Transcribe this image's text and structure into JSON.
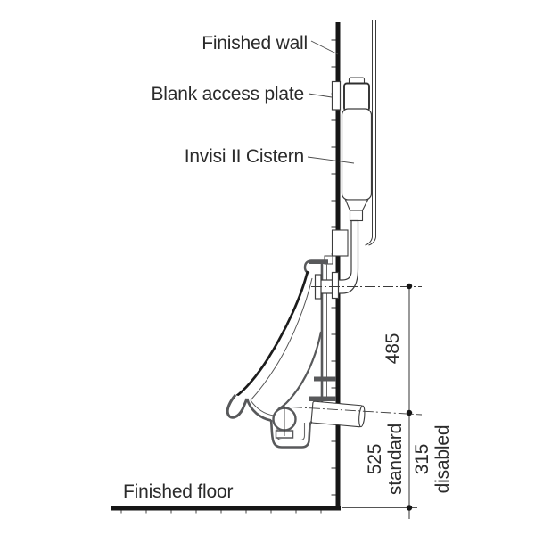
{
  "diagram": {
    "type": "technical-installation-side-elevation",
    "subject": "Wall-hung urinal with concealed cistern installation drawing",
    "labels": {
      "finished_wall": "Finished wall",
      "blank_access_plate": "Blank access plate",
      "cistern": "Invisi II Cistern",
      "finished_floor": "Finished floor"
    },
    "dimensions": {
      "inlet_to_outlet": {
        "value": "485"
      },
      "outlet_height_standard": {
        "value": "525",
        "qualifier": "standard"
      },
      "outlet_height_disabled": {
        "value": "315",
        "qualifier": "disabled"
      }
    },
    "colors": {
      "line_black": "#1c1c1c",
      "fixture_grey": "#58595b",
      "thin_line": "#3c3c3c",
      "text": "#2b2b2b",
      "background": "#ffffff"
    }
  }
}
